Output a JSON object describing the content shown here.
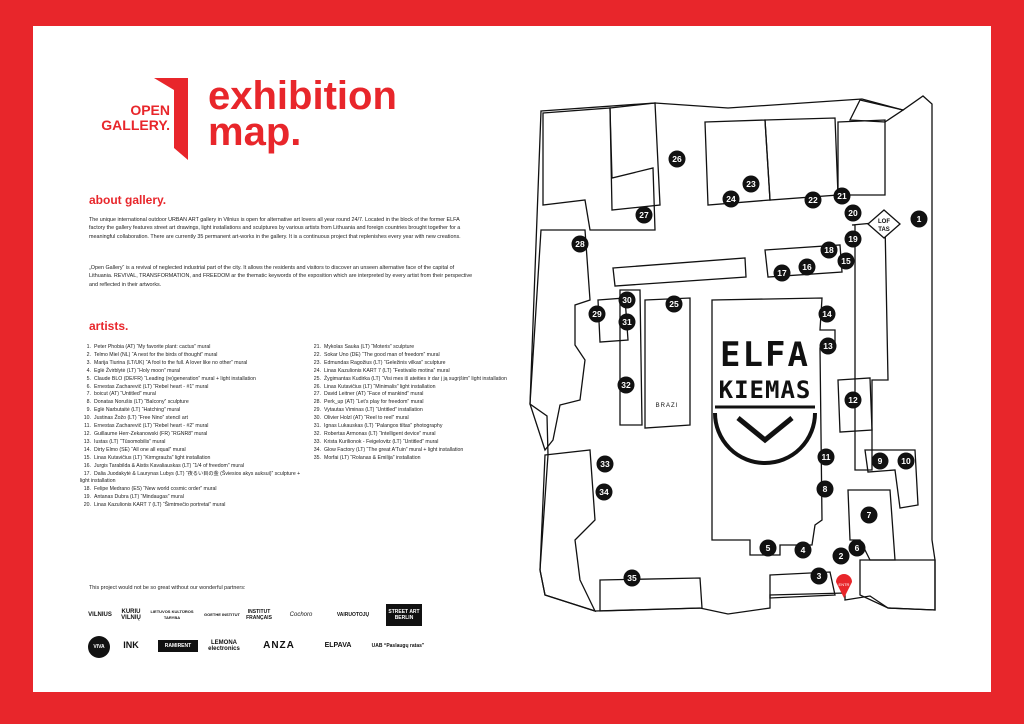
{
  "logo": {
    "line1": "OPEN",
    "line2": "GALLERY."
  },
  "title": {
    "line1": "exhibition",
    "line2": "map."
  },
  "about": {
    "heading": "about gallery.",
    "paragraph1": "The unique international outdoor URBAN ART gallery in Vilnius is open for alternative art lovers all year round 24/7. Located in the block of the former ELFA factory the gallery features street art drawings, light installations and sculptures by various artists from Lithuania and foreign countries brought together for a meaningful collaboration. There are currently 35 permanent art-works in the gallery. It is a continuous project that replenishes every year with new creations.",
    "paragraph2": "„Open Gallery“ is a revival of neglected industrial part of the city. It allows the residents and visitors to discover an unseen alternative face of the capital of Lithuania.  REVIVAL, TRANSFORMATION, and FREEDOM ar the thematic keywords of the exposition which are interpreted by every artist from their perspective and reflected in their artworks."
  },
  "artists": {
    "heading": "artists.",
    "left": [
      {
        "n": "1.",
        "t": "Peter Phobia (AT) “My favorite plant: cactus”  mural"
      },
      {
        "n": "2.",
        "t": "Telmo Miel (NL) “A nest for the birds of thought” mural"
      },
      {
        "n": "3.",
        "t": "Marija Tiurina (LT/UK) “A fool to the full. A lover like no other” mural"
      },
      {
        "n": "4.",
        "t": "Eglė Žvirblytė (LT) “Holy moon” mural"
      },
      {
        "n": "5.",
        "t": "Claude BLO (DE/FR) “Leading (re)generation” mural + light installation"
      },
      {
        "n": "6.",
        "t": "Ernestas Zacharevič (LT) “Rebel heart - #1” mural"
      },
      {
        "n": "7.",
        "t": "boicut (AT) “Untitled” mural"
      },
      {
        "n": "8.",
        "t": "Donatas Norušis (LT) “Balcony” sculpture"
      },
      {
        "n": "9.",
        "t": "Eglė Narbutaitė (LT) “Hatching” mural"
      },
      {
        "n": "10.",
        "t": "Justinas Žožo (LT) “Free Nino” stencil art"
      },
      {
        "n": "11.",
        "t": "Ernestas Zacharevič (LT) “Rebel heart - #2” mural"
      },
      {
        "n": "12.",
        "t": "Guillaume Herr-Zekanowski  (FR) “RGNR8” mural"
      },
      {
        "n": "13.",
        "t": "Iustas (LT) “Tūsomobilis” mural"
      },
      {
        "n": "14.",
        "t": "Dirty Elmo (SE) “All one all equal” mural"
      },
      {
        "n": "15.",
        "t": "Linas Kutavičius (LT) “Kirmgrauža” light installation"
      },
      {
        "n": "16.",
        "t": "Jurgis Tarabilda & Aistis Kavaliauskas  (LT) “1/4 of freedom” mural"
      },
      {
        "n": "17.",
        "t": "Dalia Juodakytė & Laurynas Lubys (LT) “夜るい目の金 (Šviesios akys auksui)” sculpture + light installation"
      },
      {
        "n": "18.",
        "t": "Felipe Medrano (ES) “New world cosmic order” mural"
      },
      {
        "n": "19.",
        "t": "Antanas Dubra (LT) “Mindaugas” mural"
      },
      {
        "n": "20.",
        "t": "Linas Kazulionis KART 7 (LT) “Šimtmečio portretai” mural"
      }
    ],
    "right": [
      {
        "n": "21.",
        "t": "Mykolas Sauka (LT) “Moteris” sculpture"
      },
      {
        "n": "22.",
        "t": "Sokar Uno (DE) “The good man of freedom” mural"
      },
      {
        "n": "23.",
        "t": "Edmundas Ragožius (LT) “Geležinis vilkas” sculpture"
      },
      {
        "n": "24.",
        "t": "Linas Kazulionis KART 7 (LT) “Festivalio motina” mural"
      },
      {
        "n": "25.",
        "t": "Žygimantas Kudirka (LT) “Visi mes iš ateities ir dar į ją sugrįšim” light installation"
      },
      {
        "n": "26.",
        "t": "Linas Kutavičius (LT) “Minimalis” light installation"
      },
      {
        "n": "27.",
        "t": "David Leitner (AT) “Face of mankind” mural"
      },
      {
        "n": "28.",
        "t": "Perk_up (AT) “Let’s play for freedom” mural"
      },
      {
        "n": "29.",
        "t": "Vytautas Viminas (LT) “Untitled” installation"
      },
      {
        "n": "30.",
        "t": "Olivier Holzl  (AT) “Reel to reel” mural"
      },
      {
        "n": "31.",
        "t": "Ignas Lukauskas (LT) “Palangos tiltas” photography"
      },
      {
        "n": "32.",
        "t": "Robertas Armonas (LT) “Intelligent device” mural"
      },
      {
        "n": "33.",
        "t": "Krista Kurilionok - Feigelovitz  (LT) “Untitled” mural"
      },
      {
        "n": "34.",
        "t": "Glow Factory (LT) “The great A’Tuin” mural + light installation"
      },
      {
        "n": "35.",
        "t": "Morfai (LT) “Rolanas & Emilija” installation"
      }
    ]
  },
  "partners": {
    "title": "This project would not be so great without our wonderful partners:",
    "row1": [
      "VILNIUS",
      "KURIU VILNIŲ",
      "LIETUVOS KULTŪROS TARYBA",
      "GOETHE INSTITUT",
      "INSTITUT FRANÇAIS",
      "Cochoro",
      "VAIRUOTOJŲ",
      "STREET ART BERLIN"
    ],
    "row2": [
      "VIVA",
      "INK",
      "RAMIRENT",
      "LEMONA electronics",
      "ANZA",
      "ELPAVA",
      "UAB “Paslaugų ratas”"
    ]
  },
  "map": {
    "center_title_line1": "ELFA",
    "center_title_line2": "KIEMAS",
    "brazi_label": "BRAZI",
    "loftas_label_line1": "LOF",
    "loftas_label_line2": "TAS",
    "entrance_label": "ENTR",
    "pins": [
      "1",
      "2",
      "3",
      "4",
      "5",
      "6",
      "7",
      "8",
      "9",
      "10",
      "11",
      "12",
      "13",
      "14",
      "15",
      "16",
      "17",
      "18",
      "19",
      "20",
      "21",
      "22",
      "23",
      "24",
      "25",
      "26",
      "27",
      "28",
      "29",
      "30",
      "31",
      "32",
      "33",
      "34",
      "35"
    ]
  },
  "colors": {
    "accent": "#e8262b",
    "pin": "#111111",
    "pin_text": "#ffffff"
  }
}
